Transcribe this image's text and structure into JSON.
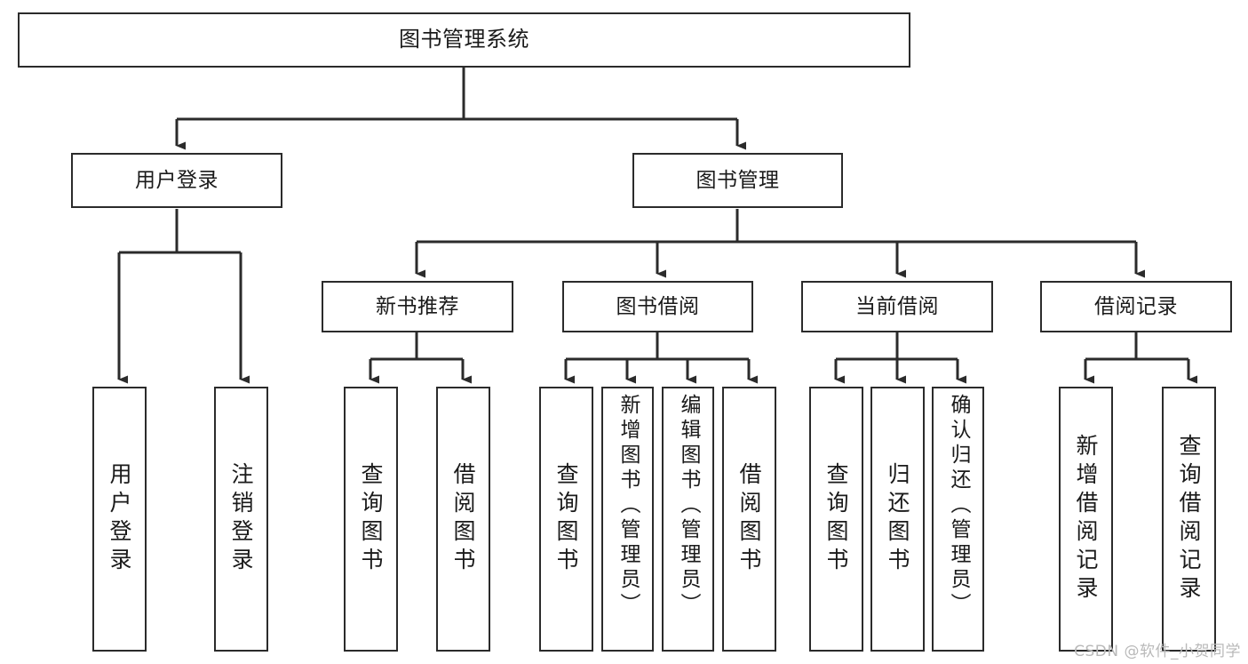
{
  "diagram": {
    "type": "tree-hierarchy",
    "title": "图书管理系统",
    "orientation": "top-down",
    "colors": {
      "node_border": "#2b2b2b",
      "node_fill": "#ffffff",
      "connector": "#2b2b2b",
      "text": "#1a1a1a",
      "watermark": "#b9b9b9",
      "background": "#ffffff"
    },
    "levels": {
      "root": [
        "图书管理系统"
      ],
      "level2": [
        "用户登录",
        "图书管理"
      ],
      "level3": [
        "新书推荐",
        "图书借阅",
        "当前借阅",
        "借阅记录"
      ],
      "leaves": [
        "用户登录",
        "注销登录",
        "查询图书",
        "借阅图书",
        "查询图书",
        "新增图书（管理员）",
        "编辑图书（管理员）",
        "借阅图书",
        "查询图书",
        "归还图书",
        "确认归还（管理员）",
        "新增借阅记录",
        "查询借阅记录"
      ]
    },
    "nodes": {
      "root": {
        "label": "图书管理系统"
      },
      "user_login": {
        "label": "用户登录"
      },
      "book_manage": {
        "label": "图书管理"
      },
      "new_book_rec": {
        "label": "新书推荐"
      },
      "book_borrow": {
        "label": "图书借阅"
      },
      "current_borrow": {
        "label": "当前借阅"
      },
      "borrow_record": {
        "label": "借阅记录"
      },
      "leaf_user_login": {
        "label": "用户登录"
      },
      "leaf_logout": {
        "label": "注销登录"
      },
      "leaf_query_book_a": {
        "label": "查询图书"
      },
      "leaf_borrow_book_a": {
        "label": "借阅图书"
      },
      "leaf_query_book_b": {
        "label": "查询图书"
      },
      "leaf_add_book": {
        "label": "新增图书（管理员）"
      },
      "leaf_edit_book": {
        "label": "编辑图书（管理员）"
      },
      "leaf_borrow_book_b": {
        "label": "借阅图书"
      },
      "leaf_query_book_c": {
        "label": "查询图书"
      },
      "leaf_return_book": {
        "label": "归还图书"
      },
      "leaf_confirm_return": {
        "label": "确认归还（管理员）"
      },
      "leaf_add_record": {
        "label": "新增借阅记录"
      },
      "leaf_query_record": {
        "label": "查询借阅记录"
      }
    },
    "edges": [
      {
        "from": "root",
        "to": "user_login"
      },
      {
        "from": "root",
        "to": "book_manage"
      },
      {
        "from": "user_login",
        "to": "leaf_user_login"
      },
      {
        "from": "user_login",
        "to": "leaf_logout"
      },
      {
        "from": "book_manage",
        "to": "new_book_rec"
      },
      {
        "from": "book_manage",
        "to": "book_borrow"
      },
      {
        "from": "book_manage",
        "to": "current_borrow"
      },
      {
        "from": "book_manage",
        "to": "borrow_record"
      },
      {
        "from": "new_book_rec",
        "to": "leaf_query_book_a"
      },
      {
        "from": "new_book_rec",
        "to": "leaf_borrow_book_a"
      },
      {
        "from": "book_borrow",
        "to": "leaf_query_book_b"
      },
      {
        "from": "book_borrow",
        "to": "leaf_add_book"
      },
      {
        "from": "book_borrow",
        "to": "leaf_edit_book"
      },
      {
        "from": "book_borrow",
        "to": "leaf_borrow_book_b"
      },
      {
        "from": "current_borrow",
        "to": "leaf_query_book_c"
      },
      {
        "from": "current_borrow",
        "to": "leaf_return_book"
      },
      {
        "from": "current_borrow",
        "to": "leaf_confirm_return"
      },
      {
        "from": "borrow_record",
        "to": "leaf_add_record"
      },
      {
        "from": "borrow_record",
        "to": "leaf_query_record"
      }
    ]
  },
  "watermark": {
    "text": "CSDN @软件_小贺同学"
  }
}
